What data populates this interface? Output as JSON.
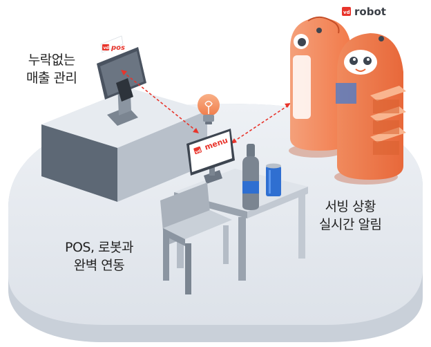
{
  "brand": {
    "badge": "vd",
    "pos_label": "pos",
    "menu_label": "menu",
    "robot_label": "robot",
    "accent_color": "#e8342b",
    "robot_color": "#f58a5c"
  },
  "captions": {
    "pos_management": [
      "누락없는",
      "매출 관리"
    ],
    "serving_alert": [
      "서빙 상황",
      "실시간 알림"
    ],
    "integration": [
      "POS, 로봇과",
      "완벽 연동"
    ]
  },
  "icons": {
    "pos_terminal": "pos-terminal-icon",
    "menu_screen": "menu-monitor-icon",
    "robot": "serving-robot-icon",
    "bulb": "lightbulb-icon"
  }
}
